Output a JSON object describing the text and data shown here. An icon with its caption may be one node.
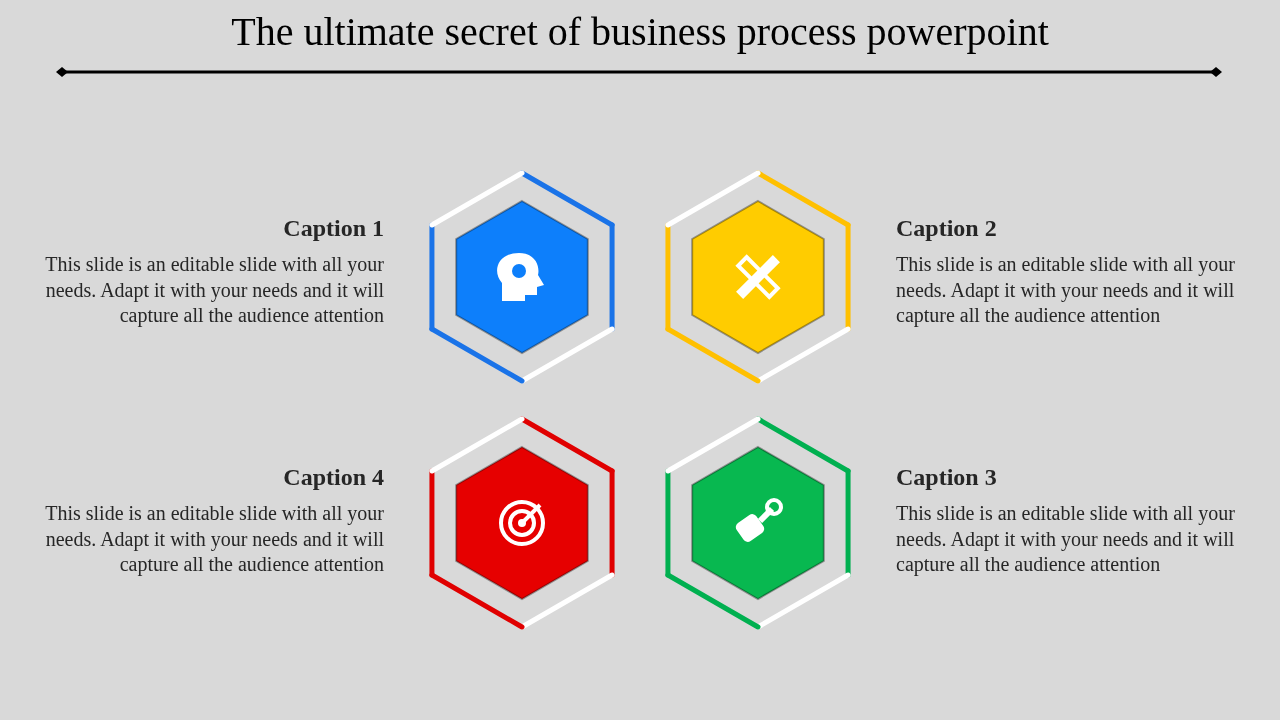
{
  "diagram": {
    "title": "The ultimate secret of business process powerpoint",
    "labels": [
      "Caption 1",
      "This slide is an editable slide with all your needs. Adapt it with your needs and it will capture all the audience attention",
      "Caption 2",
      "This slide is an editable slide with all your needs. Adapt it with your needs and it will capture all the audience attention",
      "Caption 4",
      "This slide is an editable slide with all your needs. Adapt it with your needs and it will capture all the audience attention",
      "Caption 3",
      "This slide is an editable slide with all your needs. Adapt it with your needs and it will capture all the audience attention"
    ]
  }
}
